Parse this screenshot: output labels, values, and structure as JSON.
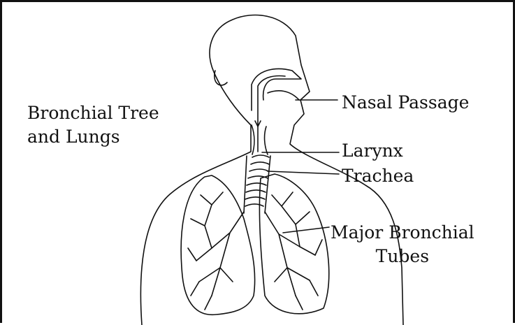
{
  "figure": {
    "title_lines": [
      "Bronchial Tree",
      "and Lungs"
    ],
    "labels": {
      "nasal_passage": "Nasal Passage",
      "larynx": "Larynx",
      "trachea": "Trachea",
      "major_bronchial_tubes": [
        "Major Bronchial",
        "Tubes"
      ]
    },
    "line_color": "#111111",
    "background": "#ffffff"
  }
}
